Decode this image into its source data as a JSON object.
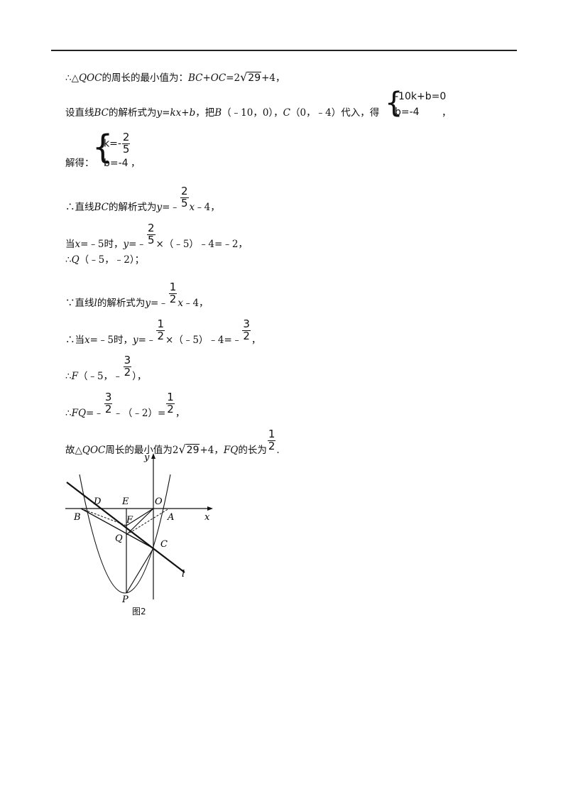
{
  "l1": {
    "pre": "∴△",
    "qoc": "QOC",
    "mid": "的周长的最小值为：",
    "bc": "BC",
    "plus": "+",
    "oc": "OC",
    "eq": "=2",
    "rad": "29",
    "tail": "+4，"
  },
  "l2": {
    "pre": "设直线",
    "bc": "BC",
    "mid": "的解析式为",
    "y": "y",
    "eq": "=",
    "kxb": "kx+b",
    "rest": "，把",
    "b": "B",
    "bc1": "（﹣10，0），",
    "c": "C",
    "bc2": "（0，﹣4）代入，得",
    "sys1": "-10k+b=0",
    "sys2": "b=-4",
    "end": "，"
  },
  "l3": {
    "pre": "解得：",
    "k": "k=-",
    "kn": "2",
    "kd": "5",
    "b": "b=-4",
    "end": "，"
  },
  "l4": {
    "pre": "∴直线",
    "bc": "BC",
    "mid": "的解析式为",
    "y": "y",
    "eq": "=﹣",
    "n": "2",
    "d": "5",
    "x": "x",
    "tail": "﹣4，"
  },
  "l5": {
    "pre": "当",
    "x": "x",
    "mid": "=﹣5时，",
    "y": "y",
    "eq": "=﹣",
    "n": "2",
    "d": "5",
    "tail": "×（﹣5）﹣4=﹣2，"
  },
  "l6": {
    "pre": "∴",
    "q": "Q",
    "tail": "（﹣5，﹣2）；"
  },
  "l7": {
    "pre": "∵直线",
    "l": "l",
    "mid": "的解析式为",
    "y": "y",
    "eq": "=﹣",
    "n": "1",
    "d": "2",
    "x": "x",
    "tail": "﹣4，"
  },
  "l8": {
    "pre": "∴当",
    "x": "x",
    "mid": "=﹣5时，",
    "y": "y",
    "eq": "=﹣",
    "n": "1",
    "d": "2",
    "mid2": "×（﹣5）﹣4=﹣",
    "n2": "3",
    "d2": "2",
    "end": "，"
  },
  "l9": {
    "pre": "∴",
    "f": "F",
    "mid": "（﹣5，﹣",
    "n": "3",
    "d": "2",
    "end": "），"
  },
  "l10": {
    "pre": "∴",
    "fq": "FQ",
    "eq": "=﹣",
    "n": "3",
    "d": "2",
    "mid": "﹣（﹣2）=",
    "n2": "1",
    "d2": "2",
    "end": "，"
  },
  "l11": {
    "pre": "故△",
    "qoc": "QOC",
    "mid": "周长的最小值为2",
    "rad": "29",
    "mid2": "+4，",
    "fq": "FQ",
    "mid3": "的长为",
    "n": "1",
    "d": "2",
    "end": "."
  },
  "figure": {
    "labels": {
      "y": "y",
      "x": "x",
      "D": "D",
      "E": "E",
      "O": "O",
      "B": "B",
      "A": "A",
      "F": "F",
      "Q": "Q",
      "C": "C",
      "P": "P",
      "l": "l"
    },
    "caption": "图2"
  }
}
